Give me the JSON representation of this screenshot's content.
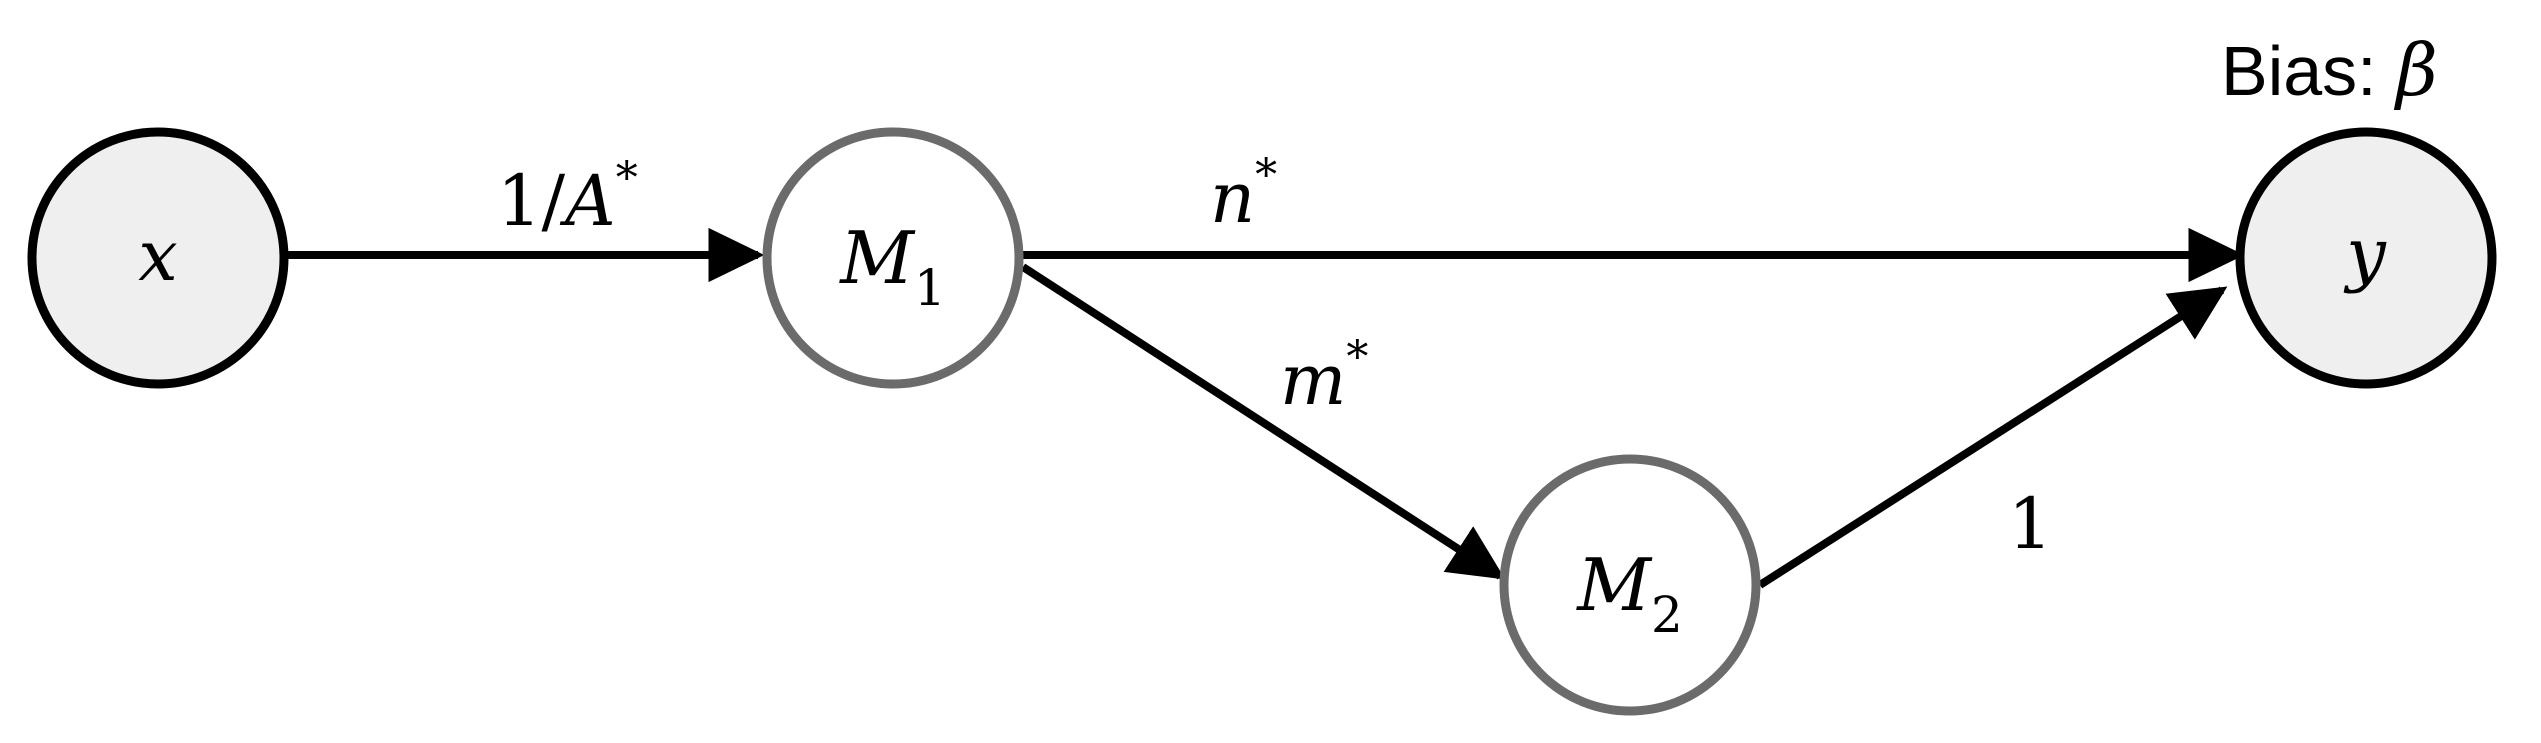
{
  "nodes": {
    "x": {
      "label": "x",
      "kind": "observed"
    },
    "m1": {
      "label": "M",
      "subscript": "1",
      "kind": "latent"
    },
    "m2": {
      "label": "M",
      "subscript": "2",
      "kind": "latent"
    },
    "y": {
      "label": "y",
      "kind": "observed"
    }
  },
  "edges": {
    "x_m1": {
      "label_num": "1/",
      "label_var": "A",
      "label_sup": "*"
    },
    "m1_y": {
      "label_var": "n",
      "label_sup": "*"
    },
    "m1_m2": {
      "label_var": "m",
      "label_sup": "*"
    },
    "m2_y": {
      "label_num": "1"
    }
  },
  "bias": {
    "prefix": "Bias: ",
    "symbol": "β"
  },
  "colors": {
    "observed_fill": "#efefef",
    "observed_stroke": "#000000",
    "latent_stroke": "#6b6b6b",
    "edge": "#000000"
  }
}
